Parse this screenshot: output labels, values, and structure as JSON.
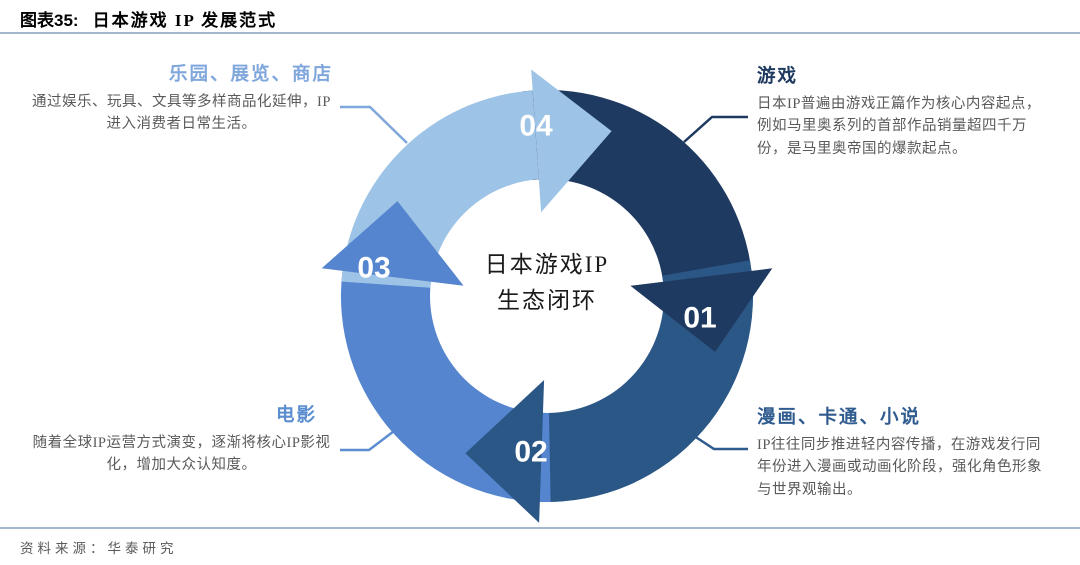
{
  "header": {
    "figure_label": "图表35:",
    "title": "日本游戏 IP 发展范式"
  },
  "center": {
    "line1": "日本游戏IP",
    "line2": "生态闭环"
  },
  "steps": [
    {
      "num": "01",
      "heading": "游戏",
      "body": "日本IP普遍由游戏正篇作为核心内容起点，例如马里奥系列的首部作品销量超四千万份，是马里奥帝国的爆款起点。",
      "color": "#1F3A60",
      "accent": "#1F3A60"
    },
    {
      "num": "02",
      "heading": "漫画、卡通、小说",
      "body": "IP往往同步推进轻内容传播，在游戏发行同年份进入漫画或动画化阶段，强化角色形象与世界观输出。",
      "color": "#2B5786",
      "accent": "#2F5B8F"
    },
    {
      "num": "03",
      "heading": "电影",
      "body": "随着全球IP运营方式演变，逐渐将核心IP影视化，增加大众认知度。",
      "color": "#5585CE",
      "accent": "#5C8DD0"
    },
    {
      "num": "04",
      "heading": "乐园、展览、商店",
      "body": "通过娱乐、玩具、文具等多样商品化延伸，IP进入消费者日常生活。",
      "color": "#9DC3E6",
      "accent": "#7FA7DC"
    }
  ],
  "footer": {
    "source": "资料来源：华泰研究"
  }
}
